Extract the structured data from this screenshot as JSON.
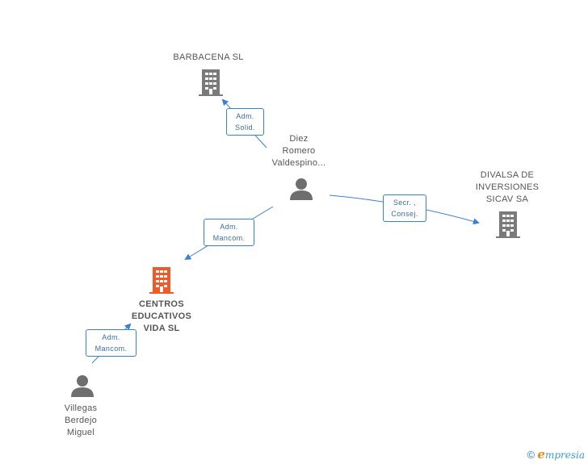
{
  "nodes": {
    "barbacena": {
      "label": "BARBACENA SL",
      "kind": "company"
    },
    "divalsa": {
      "label_lines": [
        "DIVALSA DE",
        "INVERSIONES",
        "SICAV SA"
      ],
      "kind": "company"
    },
    "centros": {
      "label_lines": [
        "CENTROS",
        "EDUCATIVOS",
        "VIDA SL"
      ],
      "kind": "company-main"
    },
    "diez": {
      "label_lines": [
        "Diez",
        "Romero",
        "Valdespino..."
      ],
      "kind": "person"
    },
    "villegas": {
      "label_lines": [
        "Villegas",
        "Berdejo",
        "Miguel"
      ],
      "kind": "person"
    }
  },
  "edges": {
    "diez_barbacena": {
      "label_lines": [
        "Adm.",
        "Solid."
      ]
    },
    "diez_divalsa": {
      "label_lines": [
        "Secr. ,",
        "Consej."
      ]
    },
    "diez_centros": {
      "label_lines": [
        "Adm.",
        "Mancom."
      ]
    },
    "villegas_centros": {
      "label_lines": [
        "Adm.",
        "Mancom."
      ]
    }
  },
  "colors": {
    "edge": "#3a80d0",
    "company_icon": "#7a7a7a",
    "main_icon": "#f05a28",
    "person_icon": "#6e6e6e"
  },
  "footer": {
    "copyright": "©",
    "brand_e": "e",
    "brand_rest": "mpresia"
  }
}
